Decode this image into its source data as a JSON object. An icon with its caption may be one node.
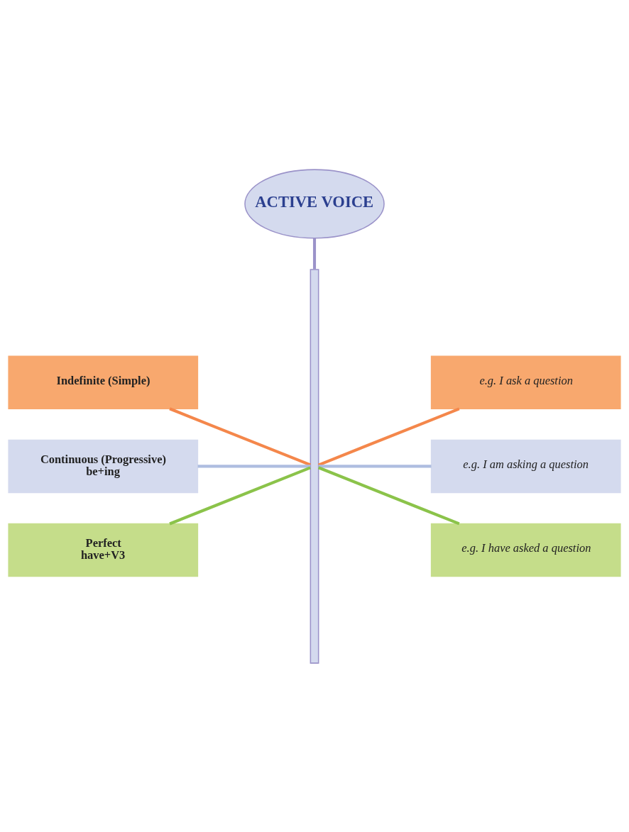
{
  "diagram": {
    "nodes": [
      {
        "text": [
          "ACTIVE VOICE"
        ]
      },
      {
        "text": [],
        "shape": "bar"
      },
      {
        "text": [
          "Indefinite (Simple)"
        ]
      },
      {
        "text": [
          "e.g. I ask a question"
        ]
      },
      {
        "text": [
          "Continuous (Progressive)",
          "be+ing"
        ]
      },
      {
        "text": [
          "e.g. I am asking a question"
        ]
      },
      {
        "text": [
          "Perfect",
          "have+V3"
        ]
      },
      {
        "text": [
          "e.g. I have asked a question"
        ]
      }
    ],
    "edges": [
      {
        "from": 0,
        "to": 1,
        "arrow": "none",
        "color": "#9b93c9"
      },
      {
        "from": 2,
        "to": 1,
        "arrow": "none",
        "color": "#f4874b"
      },
      {
        "from": 1,
        "to": 3,
        "arrow": "none",
        "color": "#f4874b"
      },
      {
        "from": 4,
        "to": 1,
        "arrow": "none",
        "color": "#aebde0"
      },
      {
        "from": 1,
        "to": 5,
        "arrow": "none",
        "color": "#aebde0"
      },
      {
        "from": 6,
        "to": 1,
        "arrow": "none",
        "color": "#8bc34a"
      },
      {
        "from": 1,
        "to": 7,
        "arrow": "none",
        "color": "#8bc34a"
      }
    ]
  }
}
